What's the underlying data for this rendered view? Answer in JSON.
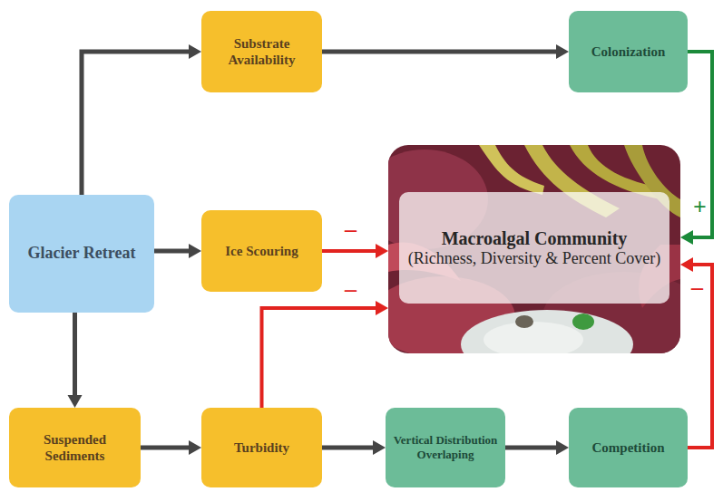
{
  "diagram": {
    "nodes": [
      {
        "text": [
          "Glacier Retreat"
        ]
      },
      {
        "text": [
          "Substrate Availability"
        ]
      },
      {
        "text": [
          "Colonization"
        ]
      },
      {
        "text": [
          "Ice Scouring"
        ]
      },
      {
        "text": [
          "Macroalgal Community",
          "(Richness, Diversity & Percent Cover)"
        ]
      },
      {
        "text": [
          "Suspended Sediments"
        ]
      },
      {
        "text": [
          "Turbidity"
        ]
      },
      {
        "text": [
          "Vertical Distribution Overlaping"
        ]
      },
      {
        "text": [
          "Competition"
        ]
      }
    ],
    "edges": [
      {
        "from": 0,
        "to": 1,
        "arrow": "to"
      },
      {
        "from": 1,
        "to": 2,
        "arrow": "to"
      },
      {
        "from": 2,
        "to": 4,
        "arrow": "to",
        "label": "+"
      },
      {
        "from": 0,
        "to": 3,
        "arrow": "to"
      },
      {
        "from": 3,
        "to": 4,
        "arrow": "to",
        "label": "–"
      },
      {
        "from": 0,
        "to": 5,
        "arrow": "to"
      },
      {
        "from": 5,
        "to": 6,
        "arrow": "to"
      },
      {
        "from": 6,
        "to": 4,
        "arrow": "to",
        "label": "–"
      },
      {
        "from": 6,
        "to": 7,
        "arrow": "to"
      },
      {
        "from": 7,
        "to": 8,
        "arrow": "to"
      },
      {
        "from": 8,
        "to": 4,
        "arrow": "to",
        "label": "–"
      }
    ]
  }
}
